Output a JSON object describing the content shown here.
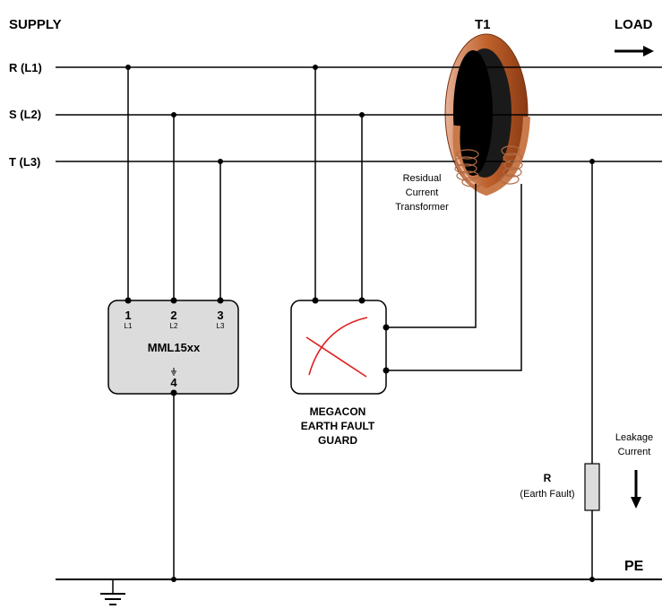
{
  "header": {
    "supply": "SUPPLY",
    "transformer": "T1",
    "load": "LOAD"
  },
  "lines": {
    "r": "R (L1)",
    "s": "S (L2)",
    "t": "T (L3)",
    "pe": "PE"
  },
  "transformer_label": [
    "Residual",
    "Current",
    "Transformer"
  ],
  "mml_device": {
    "name": "MML15xx",
    "terminals": [
      {
        "num": "1",
        "sub": "L1"
      },
      {
        "num": "2",
        "sub": "L2"
      },
      {
        "num": "3",
        "sub": "L3"
      }
    ],
    "earth_terminal": "4"
  },
  "megacon_device": {
    "label": [
      "MEGACON",
      "EARTH FAULT",
      "GUARD"
    ]
  },
  "resistor": {
    "label": "R",
    "sublabel": "(Earth Fault)"
  },
  "leakage": [
    "Leakage",
    "Current"
  ],
  "colors": {
    "core_outer": "#c97a4a",
    "core_inner": "#1a1a1a",
    "core_edge": "#e8b8a0",
    "device_fill": "#dcdcdc",
    "gauge_arc": "#e02020"
  }
}
